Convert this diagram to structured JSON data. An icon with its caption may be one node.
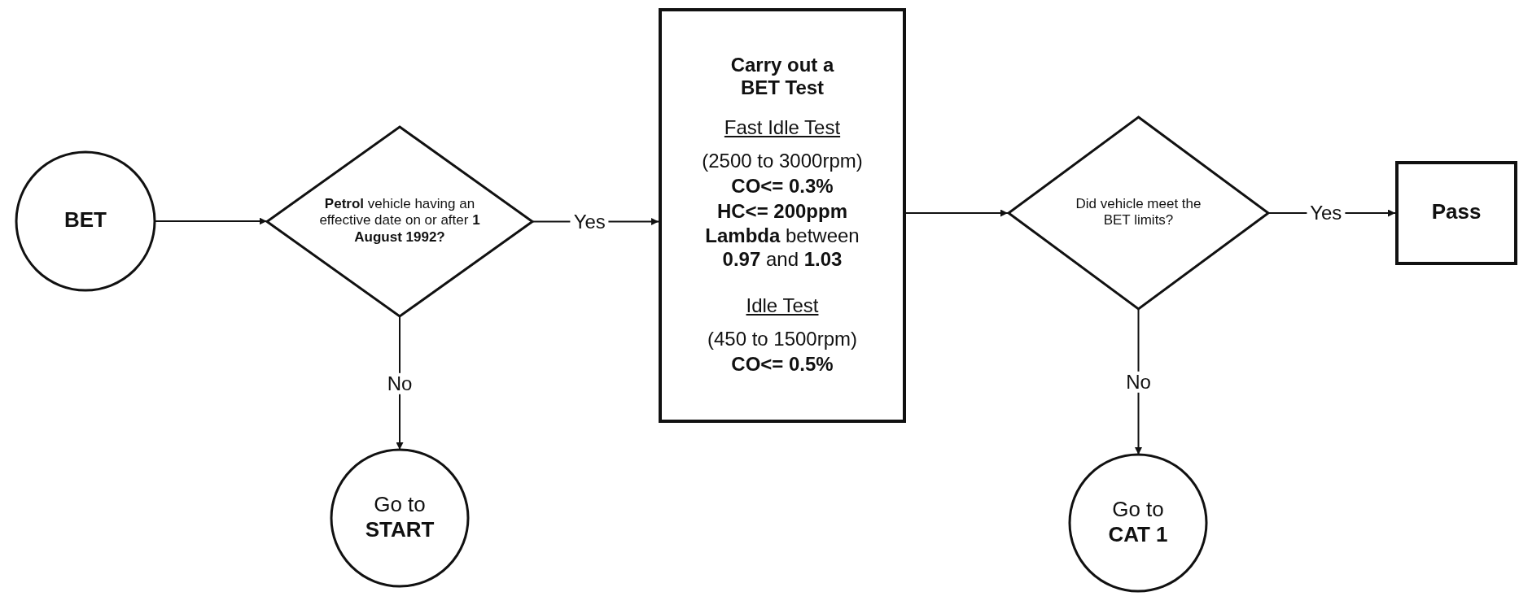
{
  "diagram": {
    "nodes": [
      {
        "text": [
          "BET"
        ]
      },
      {
        "text": [
          "**Petrol** vehicle having an effective date on or after **1 August 1992?**"
        ]
      },
      {
        "text": [
          "Carry out a BET Test",
          "Fast Idle Test",
          "(2500 to 3000rpm)",
          "CO<= 0.3%",
          "HC<= 200ppm",
          "**Lambda** between **0.97** and **1.03**",
          "Idle Test",
          "(450 to 1500rpm)",
          "CO<= 0.5%"
        ]
      },
      {
        "text": [
          "Did vehicle meet the BET limits?"
        ]
      },
      {
        "text": [
          "Pass"
        ]
      },
      {
        "text": [
          "Go to **START**"
        ]
      },
      {
        "text": [
          "Go to **CAT 1**"
        ]
      }
    ],
    "edges": [
      {
        "from": 0,
        "to": 1,
        "arrow": "to"
      },
      {
        "from": 1,
        "to": 2,
        "arrow": "to",
        "label": "Yes"
      },
      {
        "from": 1,
        "to": 5,
        "arrow": "to",
        "label": "No"
      },
      {
        "from": 2,
        "to": 3,
        "arrow": "to"
      },
      {
        "from": 3,
        "to": 4,
        "arrow": "to",
        "label": "Yes"
      },
      {
        "from": 3,
        "to": 6,
        "arrow": "to",
        "label": "No"
      }
    ]
  }
}
